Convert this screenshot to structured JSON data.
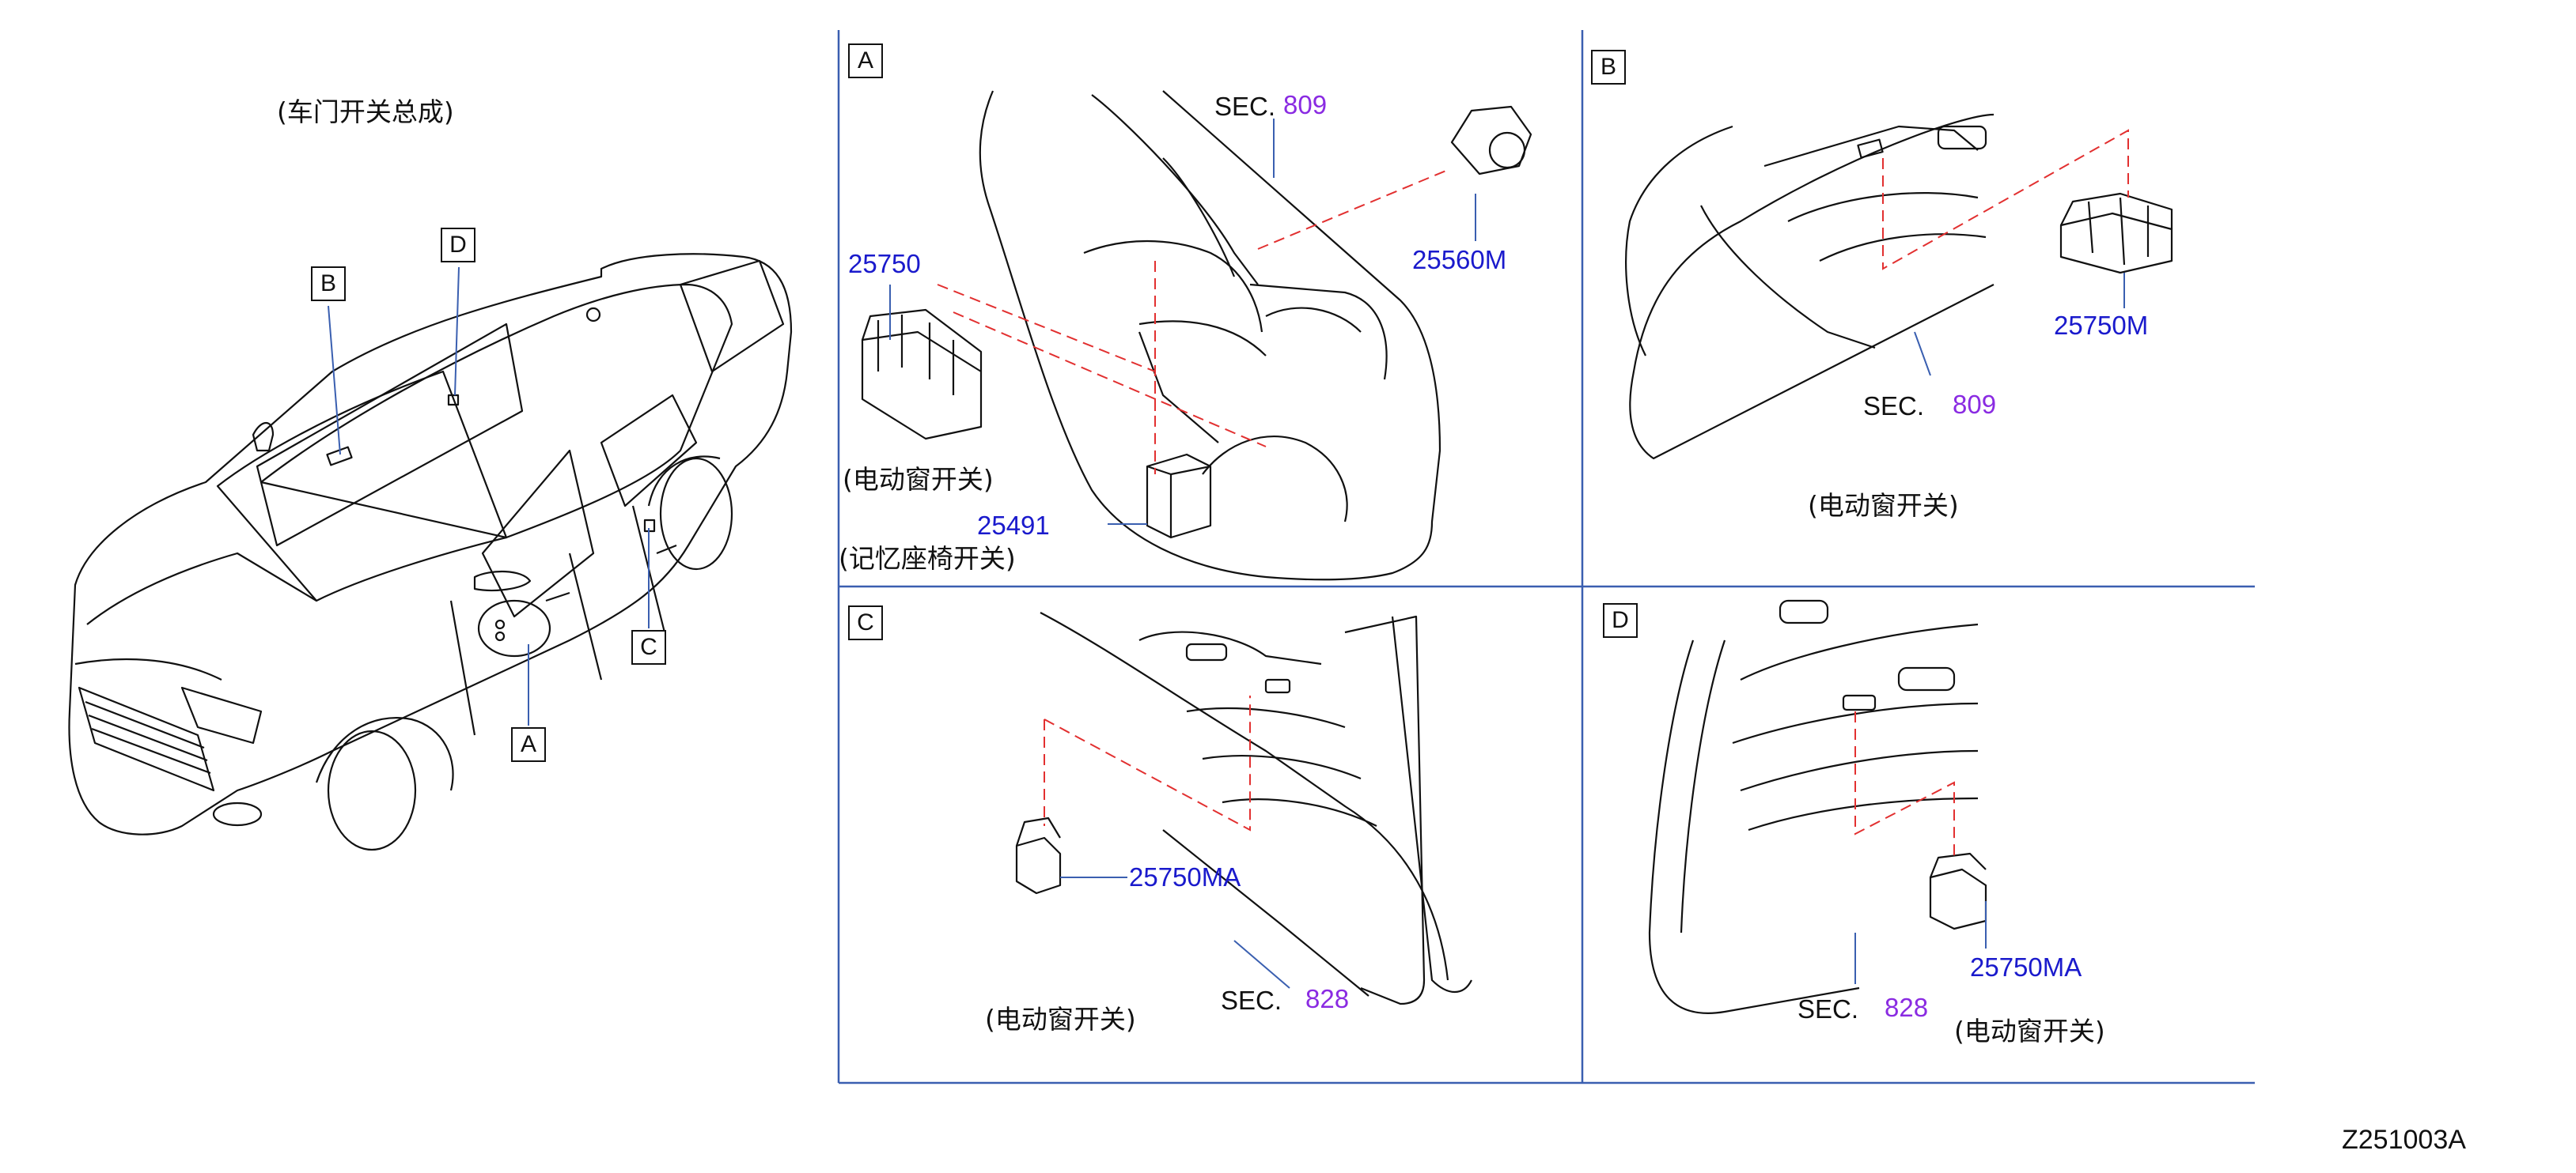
{
  "overview": {
    "title": "(车门开关总成)",
    "callouts": [
      "A",
      "B",
      "C",
      "D"
    ]
  },
  "panels": {
    "A": {
      "letter": "A",
      "sec_prefix": "SEC.",
      "sec_num": "809",
      "parts": {
        "p1": "25750",
        "p1_desc": "(电动窗开关)",
        "p2": "25560M",
        "p3": "25491",
        "p3_desc": "(记忆座椅开关)"
      }
    },
    "B": {
      "letter": "B",
      "sec_prefix": "SEC.",
      "sec_num": "809",
      "part": "25750M",
      "desc": "(电动窗开关)"
    },
    "C": {
      "letter": "C",
      "sec_prefix": "SEC.",
      "sec_num": "828",
      "part": "25750MA",
      "desc": "(电动窗开关)"
    },
    "D": {
      "letter": "D",
      "sec_prefix": "SEC.",
      "sec_num": "828",
      "part": "25750MA",
      "desc": "(电动窗开关)"
    }
  },
  "figure_code": "Z251003A",
  "colors": {
    "part_number": "#1a1acc",
    "section_number": "#8a2be2",
    "frame_lines": "#3a5fb0",
    "dashed_guides": "#e23030"
  }
}
